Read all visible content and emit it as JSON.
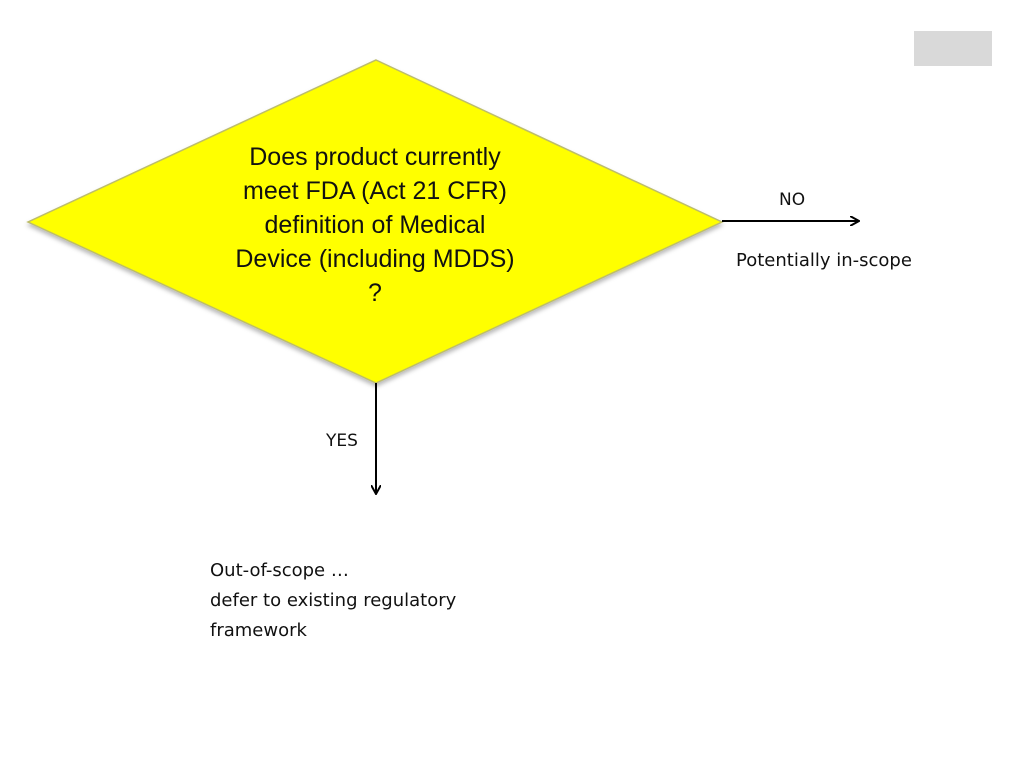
{
  "decision": {
    "lines": [
      "Does product currently",
      "meet FDA (Act 21 CFR)",
      "definition of Medical",
      "Device (including MDDS)",
      "?"
    ],
    "fill_color": "#ffff00"
  },
  "branches": {
    "no": {
      "label": "NO",
      "result": "Potentially in-scope"
    },
    "yes": {
      "label": "YES",
      "result_lines": [
        "Out-of-scope …",
        "defer to existing regulatory",
        "framework"
      ]
    }
  }
}
